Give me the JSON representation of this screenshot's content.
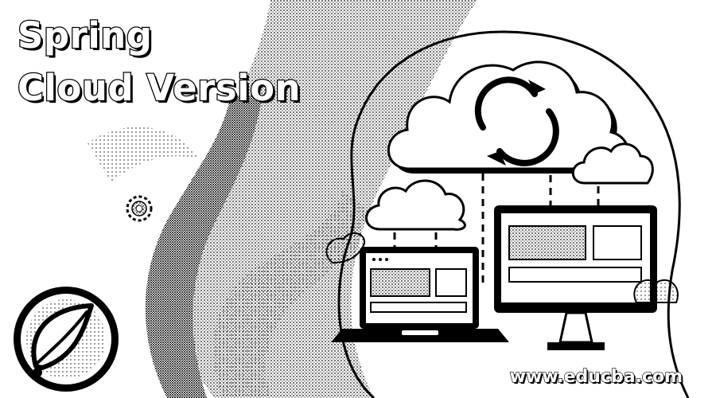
{
  "banner": {
    "title_line_1": "Spring",
    "title_line_2": "Cloud Version",
    "website": "www.educba.com"
  },
  "icons": {
    "logo": "spring-leaf-icon",
    "cloud_sync": "cloud-sync-icon",
    "gear": "gear-icon",
    "devices": "laptop-monitor-icon"
  },
  "colors": {
    "ink": "#000000",
    "paper": "#ffffff",
    "stipple": "#777777"
  }
}
